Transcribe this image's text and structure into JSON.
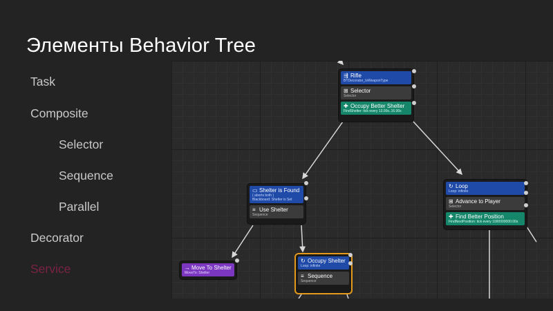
{
  "slide": {
    "title": "Элементы Behavior Tree"
  },
  "bullets": [
    {
      "text": "Task",
      "level": 0,
      "active": false
    },
    {
      "text": "Composite",
      "level": 0,
      "active": false
    },
    {
      "text": "Selector",
      "level": 1,
      "active": false
    },
    {
      "text": "Sequence",
      "level": 1,
      "active": false
    },
    {
      "text": "Parallel",
      "level": 1,
      "active": false
    },
    {
      "text": "Decorator",
      "level": 0,
      "active": false
    },
    {
      "text": "Service",
      "level": 0,
      "active": true
    }
  ],
  "graph": {
    "root": {
      "decorator_title": "Rifle",
      "decorator_sub": "BTDecorator_IsWeaponType",
      "composite_title": "Selector",
      "composite_sub": "Selector",
      "service_title": "Occupy Better Shelter",
      "service_sub": "FindShelter: tick every 13.00s..16.00s"
    },
    "left": {
      "decorator_title": "Shelter is Found",
      "decorator_sub1": "( aborts both )",
      "decorator_sub2": "Blackboard: Shelter is Set",
      "composite_title": "Use Shelter",
      "composite_sub": "Sequence"
    },
    "right": {
      "decorator_title": "Loop",
      "decorator_sub": "Loop: infinite",
      "composite_title": "Advance to Player",
      "composite_sub": "Selector",
      "service_title": "Find Better Position",
      "service_sub": "FindNextPosition: tick every 1000000000.00s"
    },
    "task": {
      "title": "Move To Shelter",
      "sub": "MoveTo: Shelter"
    },
    "loop2": {
      "decorator_title": "Occupy Shelter",
      "decorator_sub": "Loop: infinite",
      "composite_title": "Sequence",
      "composite_sub": "Sequence"
    }
  },
  "colors": {
    "decorator": "#1f4aa8",
    "composite": "#3b3b3b",
    "service": "#16866a",
    "task": "#7b37c0",
    "focus": "#e59a1c",
    "active_bullet": "#7b2245"
  }
}
